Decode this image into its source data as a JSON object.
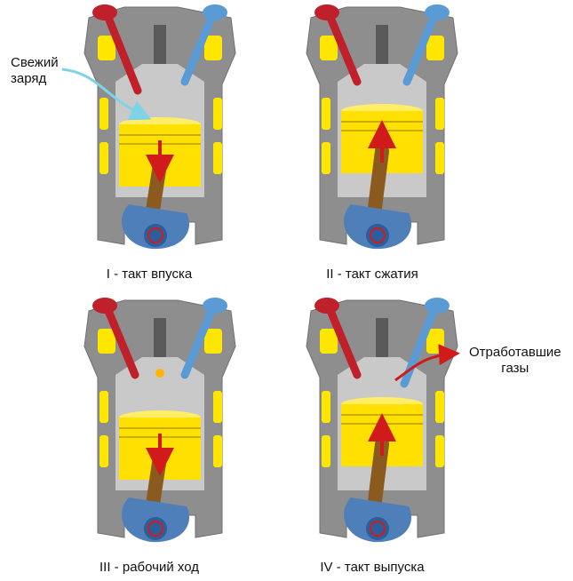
{
  "strokes": [
    {
      "caption": "I - такт впуска",
      "piston_direction": "down",
      "intake_valve": "open",
      "exhaust_valve": "closed"
    },
    {
      "caption": "II - такт сжатия",
      "piston_direction": "up",
      "intake_valve": "closed",
      "exhaust_valve": "closed"
    },
    {
      "caption": "III - рабочий ход",
      "piston_direction": "down",
      "intake_valve": "closed",
      "exhaust_valve": "closed"
    },
    {
      "caption": "IV - такт выпуска",
      "piston_direction": "up",
      "intake_valve": "closed",
      "exhaust_valve": "open"
    }
  ],
  "callouts": {
    "fresh_charge": [
      "Свежий",
      "заряд"
    ],
    "exhaust_gases": [
      "Отработавшие",
      "газы"
    ]
  },
  "colors": {
    "block": "#8e8e8e",
    "block_light": "#c9c9c9",
    "cooling_channels": "#ffe600",
    "piston": "#ffe000",
    "intake_valve": "#c0202a",
    "exhaust_valve": "#5b9bd5",
    "crankshaft": "#4f7fb8",
    "connecting_rod": "#8a5a1e",
    "arrow": "#d11b1b",
    "intake_flow": "#7fd3e6",
    "spark": "#ffb400"
  }
}
